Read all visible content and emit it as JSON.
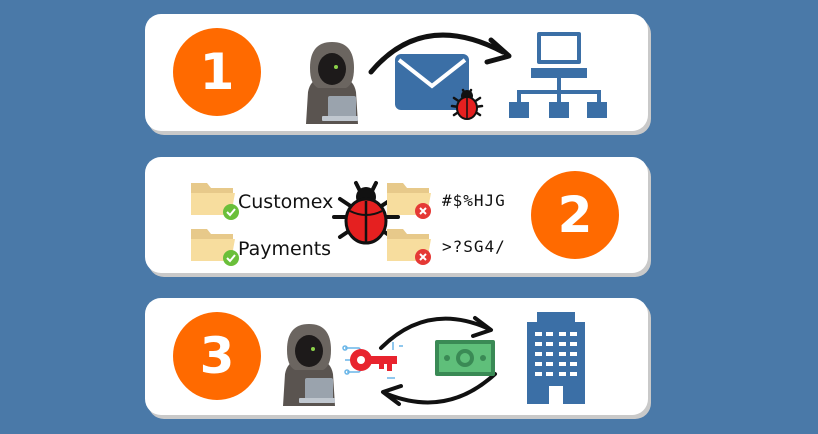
{
  "steps": [
    {
      "number": "1"
    },
    {
      "number": "2",
      "files": [
        {
          "name": "Customex",
          "scrambled": "#$%HJG"
        },
        {
          "name": "Payments",
          "scrambled": ">?SG4/"
        }
      ]
    },
    {
      "number": "3"
    }
  ],
  "icons": {
    "step1": [
      "hacker-laptop-icon",
      "email-envelope-icon",
      "malware-bug-icon",
      "arrow-icon",
      "network-computer-icon"
    ],
    "step2": [
      "folder-icon",
      "check-icon",
      "folder-error-icon",
      "cross-icon",
      "malware-bug-icon"
    ],
    "step3": [
      "hacker-laptop-icon",
      "digital-key-icon",
      "cash-money-icon",
      "exchange-arrows-icon",
      "office-building-icon"
    ]
  },
  "colors": {
    "background": "#4a79a8",
    "badge": "#ff6a00",
    "accent_blue": "#3b6fa6",
    "bug_red": "#e52020"
  }
}
